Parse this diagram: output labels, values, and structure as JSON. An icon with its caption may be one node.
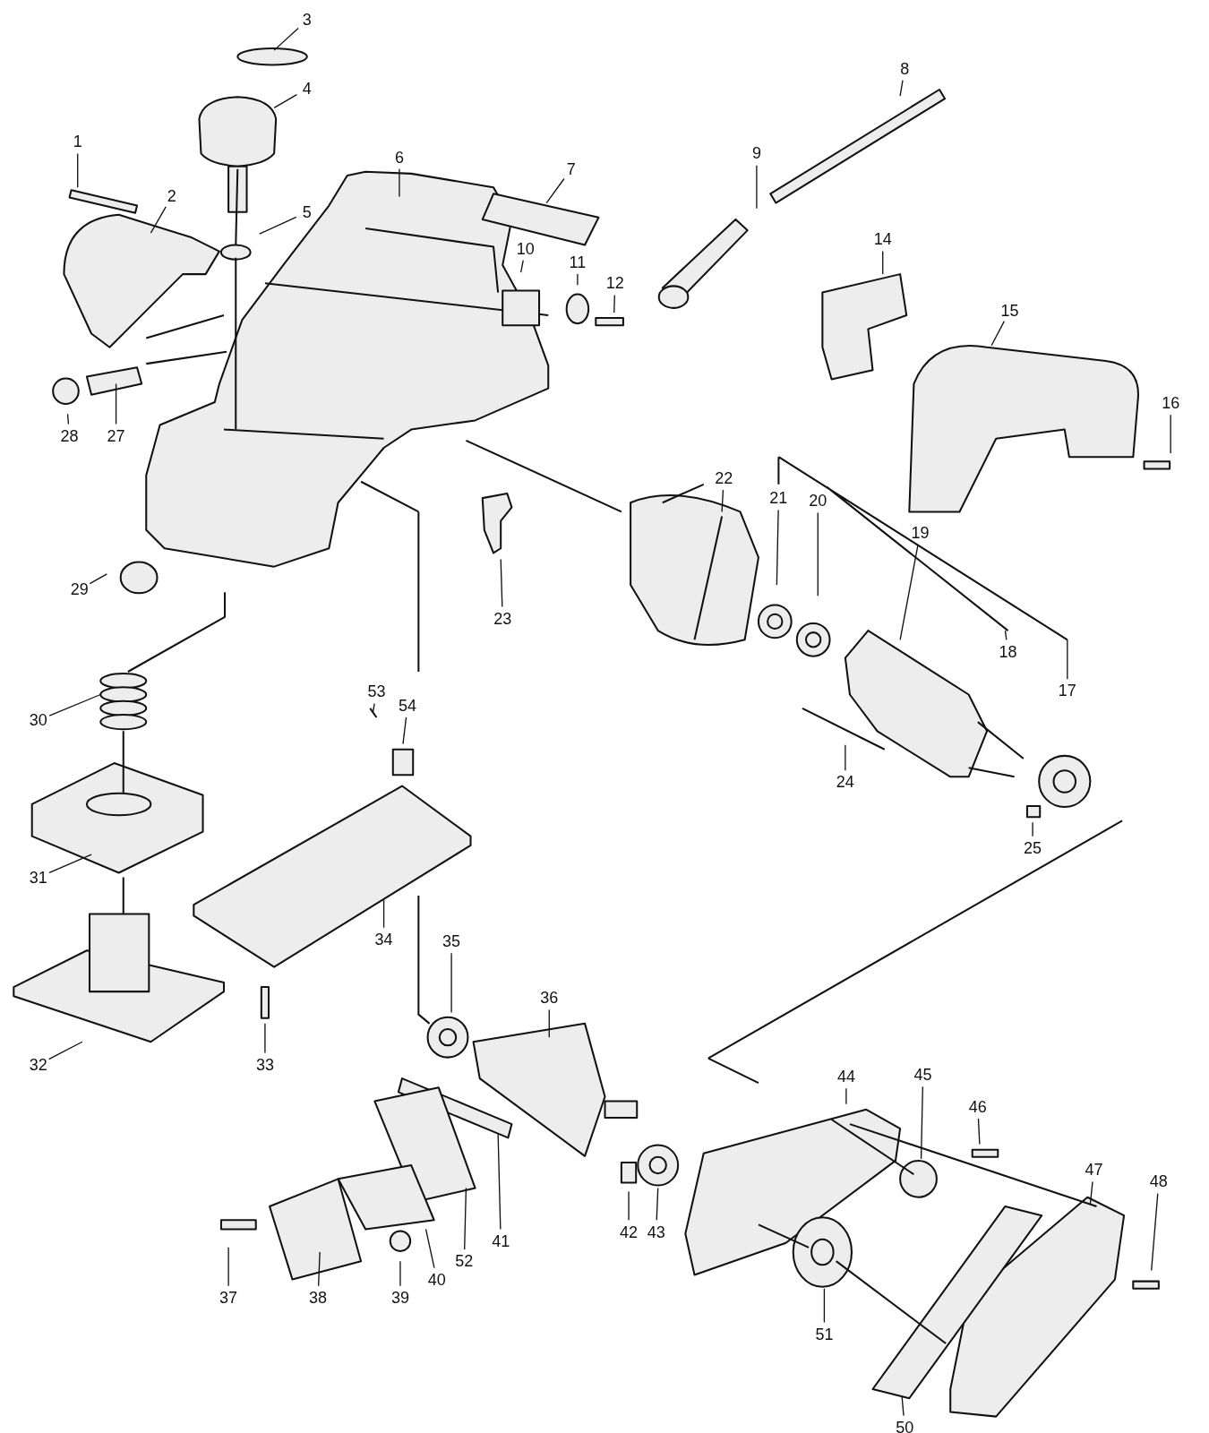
{
  "diagram": {
    "nodes": [
      {
        "text": [
          "1"
        ]
      },
      {
        "text": [
          "2"
        ]
      },
      {
        "text": [
          "3"
        ]
      },
      {
        "text": [
          "4"
        ]
      },
      {
        "text": [
          "5"
        ]
      },
      {
        "text": [
          "6"
        ]
      },
      {
        "text": [
          "7"
        ]
      },
      {
        "text": [
          "8"
        ]
      },
      {
        "text": [
          "9"
        ]
      },
      {
        "text": [
          "10"
        ]
      },
      {
        "text": [
          "11"
        ]
      },
      {
        "text": [
          "12"
        ]
      },
      {
        "text": [
          "14"
        ]
      },
      {
        "text": [
          "15"
        ]
      },
      {
        "text": [
          "16"
        ]
      },
      {
        "text": [
          "17"
        ]
      },
      {
        "text": [
          "18"
        ]
      },
      {
        "text": [
          "19"
        ]
      },
      {
        "text": [
          "20"
        ]
      },
      {
        "text": [
          "21"
        ]
      },
      {
        "text": [
          "22"
        ]
      },
      {
        "text": [
          "23"
        ]
      },
      {
        "text": [
          "24"
        ]
      },
      {
        "text": [
          "25"
        ]
      },
      {
        "text": [
          "27"
        ]
      },
      {
        "text": [
          "28"
        ]
      },
      {
        "text": [
          "29"
        ]
      },
      {
        "text": [
          "30"
        ]
      },
      {
        "text": [
          "31"
        ]
      },
      {
        "text": [
          "32"
        ]
      },
      {
        "text": [
          "33"
        ]
      },
      {
        "text": [
          "34"
        ]
      },
      {
        "text": [
          "35"
        ]
      },
      {
        "text": [
          "36"
        ]
      },
      {
        "text": [
          "37"
        ]
      },
      {
        "text": [
          "38"
        ]
      },
      {
        "text": [
          "39"
        ]
      },
      {
        "text": [
          "40"
        ]
      },
      {
        "text": [
          "41"
        ]
      },
      {
        "text": [
          "42"
        ]
      },
      {
        "text": [
          "43"
        ]
      },
      {
        "text": [
          "44"
        ]
      },
      {
        "text": [
          "45"
        ]
      },
      {
        "text": [
          "46"
        ]
      },
      {
        "text": [
          "47"
        ]
      },
      {
        "text": [
          "48"
        ]
      },
      {
        "text": [
          "50"
        ]
      },
      {
        "text": [
          "51"
        ]
      },
      {
        "text": [
          "52"
        ]
      },
      {
        "text": [
          "53"
        ]
      },
      {
        "text": [
          "54"
        ]
      }
    ],
    "edges": [
      {
        "from": 0,
        "to": null,
        "arrow": "none"
      },
      {
        "from": 1,
        "to": null,
        "arrow": "none"
      },
      {
        "from": 2,
        "to": null,
        "arrow": "none"
      },
      {
        "from": 3,
        "to": null,
        "arrow": "none"
      },
      {
        "from": 4,
        "to": null,
        "arrow": "none"
      },
      {
        "from": 5,
        "to": null,
        "arrow": "none"
      },
      {
        "from": 6,
        "to": null,
        "arrow": "none"
      },
      {
        "from": 7,
        "to": null,
        "arrow": "none"
      },
      {
        "from": 8,
        "to": null,
        "arrow": "none"
      },
      {
        "from": 9,
        "to": null,
        "arrow": "none"
      },
      {
        "from": 10,
        "to": null,
        "arrow": "none"
      },
      {
        "from": 11,
        "to": null,
        "arrow": "none"
      },
      {
        "from": 12,
        "to": null,
        "arrow": "none"
      },
      {
        "from": 13,
        "to": null,
        "arrow": "none"
      },
      {
        "from": 14,
        "to": null,
        "arrow": "none"
      },
      {
        "from": 15,
        "to": null,
        "arrow": "none"
      },
      {
        "from": 16,
        "to": null,
        "arrow": "none"
      },
      {
        "from": 17,
        "to": null,
        "arrow": "none"
      },
      {
        "from": 18,
        "to": null,
        "arrow": "none"
      },
      {
        "from": 19,
        "to": null,
        "arrow": "none"
      },
      {
        "from": 20,
        "to": null,
        "arrow": "none"
      },
      {
        "from": 21,
        "to": null,
        "arrow": "none"
      },
      {
        "from": 22,
        "to": null,
        "arrow": "none"
      },
      {
        "from": 23,
        "to": null,
        "arrow": "none"
      },
      {
        "from": 24,
        "to": null,
        "arrow": "none"
      },
      {
        "from": 25,
        "to": null,
        "arrow": "none"
      },
      {
        "from": 26,
        "to": null,
        "arrow": "none"
      },
      {
        "from": 27,
        "to": null,
        "arrow": "none"
      },
      {
        "from": 28,
        "to": null,
        "arrow": "none"
      },
      {
        "from": 29,
        "to": null,
        "arrow": "none"
      },
      {
        "from": 30,
        "to": null,
        "arrow": "none"
      },
      {
        "from": 31,
        "to": null,
        "arrow": "none"
      },
      {
        "from": 32,
        "to": null,
        "arrow": "none"
      },
      {
        "from": 33,
        "to": null,
        "arrow": "none"
      },
      {
        "from": 34,
        "to": null,
        "arrow": "none"
      },
      {
        "from": 35,
        "to": null,
        "arrow": "none"
      },
      {
        "from": 36,
        "to": null,
        "arrow": "none"
      },
      {
        "from": 37,
        "to": null,
        "arrow": "none"
      },
      {
        "from": 38,
        "to": null,
        "arrow": "none"
      },
      {
        "from": 39,
        "to": null,
        "arrow": "none"
      },
      {
        "from": 40,
        "to": null,
        "arrow": "none"
      },
      {
        "from": 41,
        "to": null,
        "arrow": "none"
      },
      {
        "from": 42,
        "to": null,
        "arrow": "none"
      },
      {
        "from": 43,
        "to": null,
        "arrow": "none"
      },
      {
        "from": 44,
        "to": null,
        "arrow": "none"
      },
      {
        "from": 45,
        "to": null,
        "arrow": "none"
      },
      {
        "from": 46,
        "to": null,
        "arrow": "none"
      },
      {
        "from": 47,
        "to": null,
        "arrow": "none"
      },
      {
        "from": 48,
        "to": null,
        "arrow": "none"
      },
      {
        "from": 49,
        "to": null,
        "arrow": "none"
      },
      {
        "from": 50,
        "to": null,
        "arrow": "none"
      }
    ]
  }
}
